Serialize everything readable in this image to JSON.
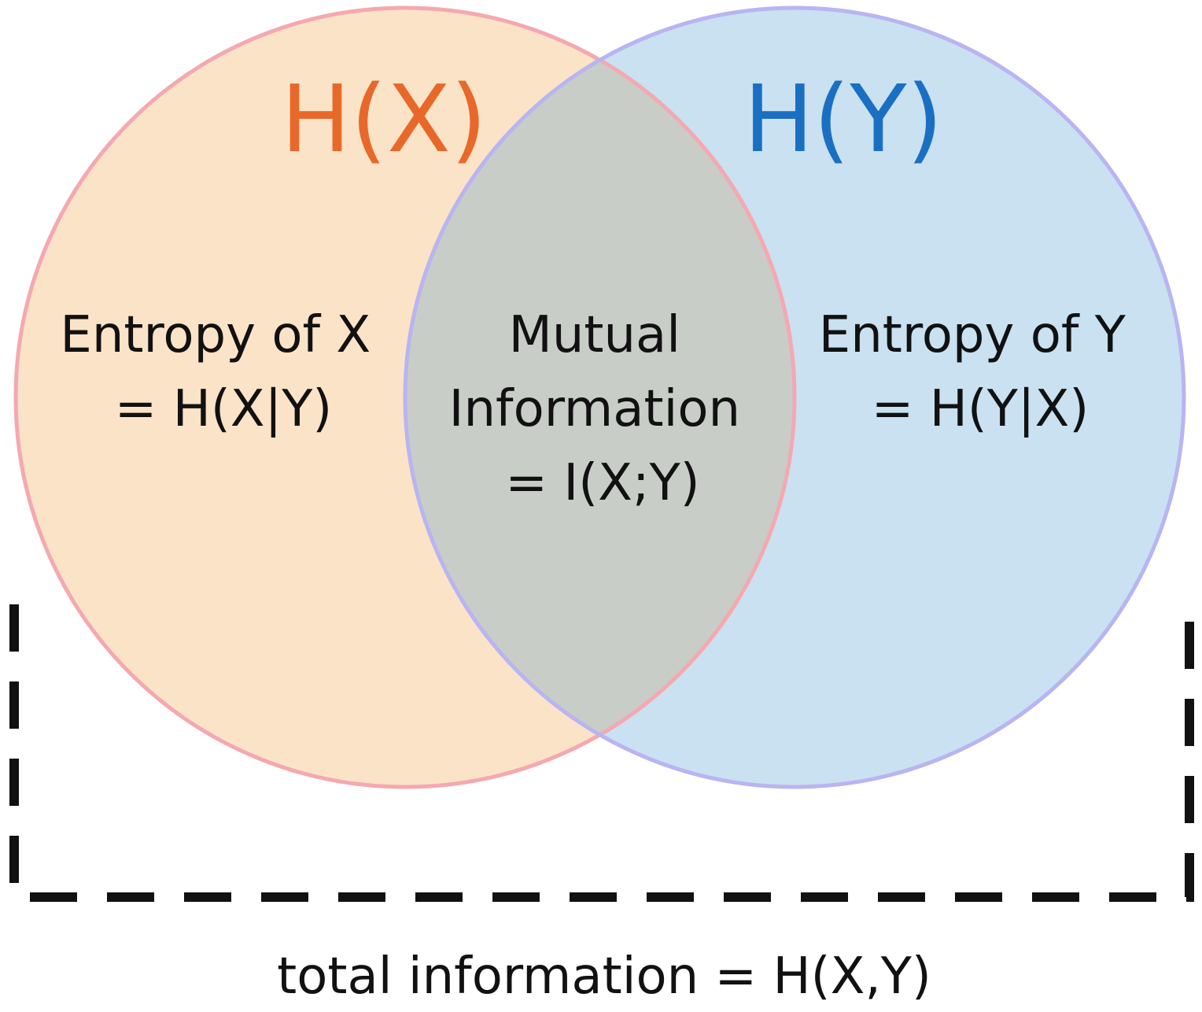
{
  "set_x": {
    "title": "H(X)",
    "title_color": "#e8682a",
    "fill_color": "#fbe3c8",
    "stroke_color": "#f5a8b0",
    "region_lines": [
      "Entropy of X",
      "= H(X|Y)"
    ]
  },
  "set_y": {
    "title": "H(Y)",
    "title_color": "#1a6fc2",
    "fill_color": "#c9e1f1",
    "stroke_color": "#b9b4f2",
    "region_lines": [
      "Entropy of Y",
      "= H(Y|X)"
    ]
  },
  "intersection": {
    "fill_color": "#c8cdc8",
    "region_lines": [
      "Mutual",
      "Information",
      "= I(X;Y)"
    ]
  },
  "total": {
    "caption": "total information = H(X,Y)",
    "border_color": "#111111"
  }
}
